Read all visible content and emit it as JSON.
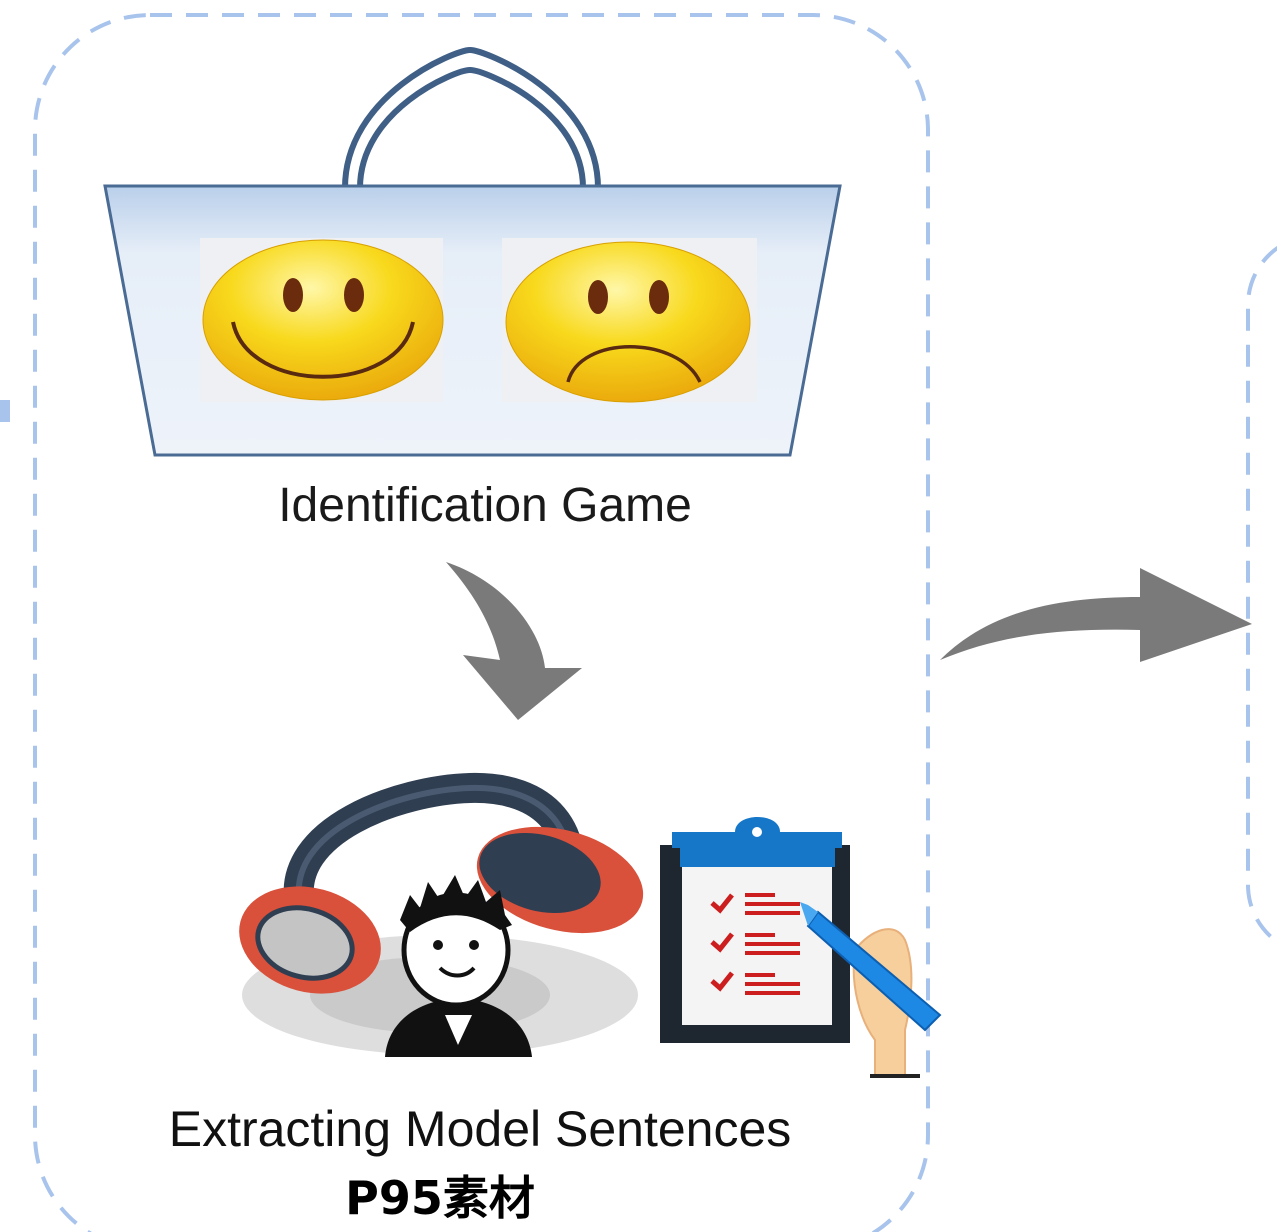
{
  "labels": {
    "identification_game": "Identification Game",
    "extracting_model_sentences": "Extracting Model Sentences",
    "page_reference": "P95素材"
  },
  "icons": {
    "shopping_bag": "shopping-bag-icon",
    "smiley_face": "smiley-face-icon",
    "sad_face": "sad-face-icon",
    "headphones": "headphones-icon",
    "person": "person-icon",
    "clipboard_checklist": "clipboard-checklist-icon",
    "pen_hand": "hand-pen-icon"
  },
  "colors": {
    "dashed_border": "#a8c4ec",
    "arrow": "#7a7a7a",
    "bag_fill": "#dde9f7",
    "bag_stroke": "#4a6b94",
    "face_yellow": "#f6d21a",
    "headphone_red": "#d9503b",
    "headphone_dark": "#2f3e51",
    "clipboard_blue": "#1677c9",
    "check_red": "#cc1e1e"
  }
}
